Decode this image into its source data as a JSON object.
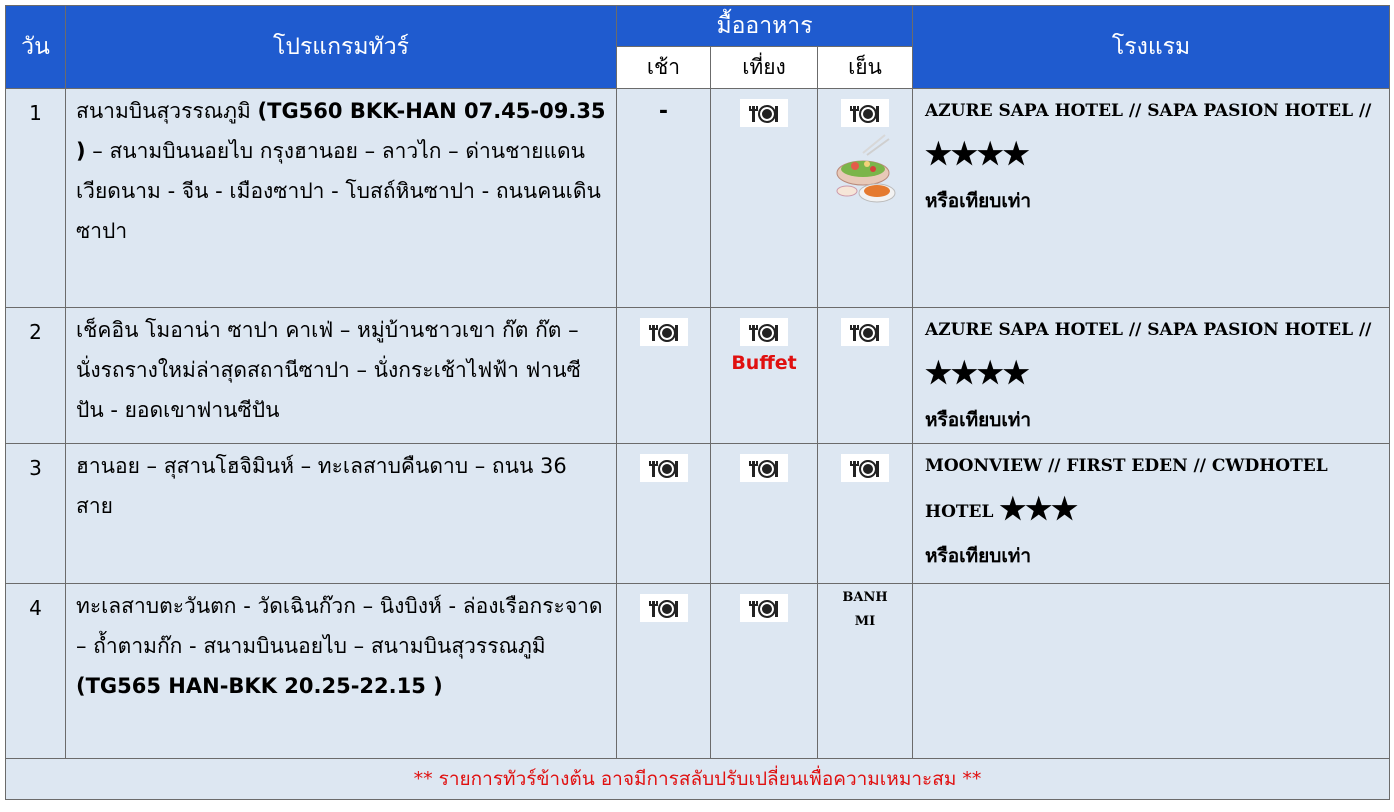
{
  "header": {
    "day": "วัน",
    "program": "โปรแกรมทัวร์",
    "meals": "มื้ออาหาร",
    "breakfast": "เช้า",
    "lunch": "เที่ยง",
    "dinner": "เย็น",
    "hotel": "โรงแรม"
  },
  "icons": {
    "meal": "plate-fork-knife-icon",
    "food": "hotpot-food-icon"
  },
  "colors": {
    "header_bg": "#1f5bcf",
    "row_bg": "#dde7f2",
    "red": "#e01010"
  },
  "rows": [
    {
      "day": "1",
      "program_parts": [
        "สนามบินสุวรรณภูมิ ",
        "(TG560 BKK-HAN 07.45-09.35 )",
        " – สนามบินนอยไบ กรุงฮานอย – ลาวไก – ด่านชายแดนเวียดนาม - จีน - เมืองซาปา - โบสถ์หินซาปา - ถนนคนเดินซาปา"
      ],
      "breakfast": "-",
      "hotel_line": "AZURE SAPA HOTEL // SAPA PASION HOTEL //",
      "stars": "★★★★",
      "hotel_note": "หรือเทียบเท่า"
    },
    {
      "day": "2",
      "program": "เช็คอิน โมอาน่า ซาปา คาเฟ่ – หมู่บ้านชาวเขา ก๊ต ก๊ต  – นั่งรถรางใหม่ล่าสุดสถานีซาปา – นั่งกระเช้าไฟฟ้า ฟานซีปัน - ยอดเขาฟานซีปัน",
      "lunch_note": "Buffet",
      "hotel_line": "AZURE SAPA HOTEL // SAPA PASION HOTEL //",
      "stars": "★★★★",
      "hotel_note": "หรือเทียบเท่า"
    },
    {
      "day": "3",
      "program": "ฮานอย – สุสานโฮจิมินห์ – ทะเลสาบคืนดาบ – ถนน 36 สาย",
      "hotel_line": "MOONVIEW // FIRST EDEN // CWDHOTEL  HOTEL",
      "stars": "★★★",
      "hotel_note": "หรือเทียบเท่า"
    },
    {
      "day": "4",
      "program_parts": [
        "ทะเลสาบตะวันตก - วัดเฉินก๊วก – นิงบิงห์ - ล่องเรือกระจาด – ถ้ำตามก๊ก - สนามบินนอยไบ – สนามบินสุวรรณภูมิ ",
        "(TG565 HAN-BKK 20.25-22.15 )"
      ],
      "dinner_line1": "BANH",
      "dinner_line2": "MI"
    }
  ],
  "footer": "** รายการทัวร์ข้างต้น อาจมีการสลับปรับเปลี่ยนเพื่อความเหมาะสม **"
}
